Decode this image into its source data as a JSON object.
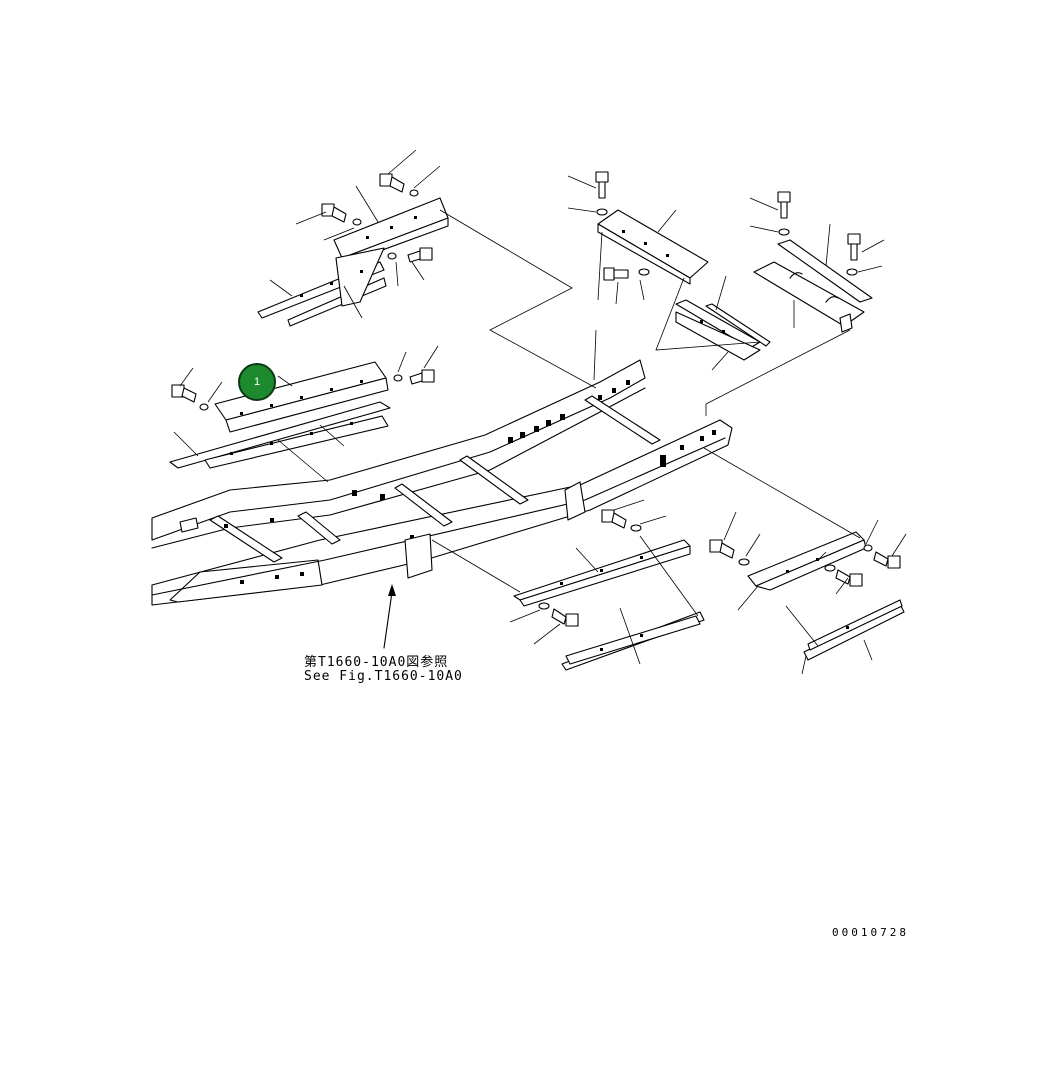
{
  "reference": {
    "line_ja": "第T1660-10A0図参照",
    "line_en": "See Fig.T1660-10A0"
  },
  "callouts": [
    {
      "label": "1"
    }
  ],
  "drawing_number": "00010728",
  "colors": {
    "callout_fill": "#1e8a2e",
    "callout_border": "#0b3a12",
    "line": "#000000",
    "background": "#ffffff"
  }
}
